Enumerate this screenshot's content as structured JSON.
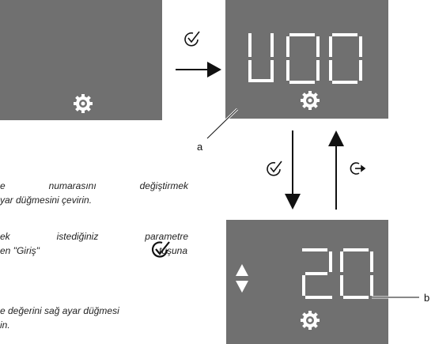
{
  "displays": {
    "left": {
      "icon": "gear-icon"
    },
    "top_right": {
      "reading": "U00",
      "icon": "gear-icon",
      "callout": "a"
    },
    "bottom": {
      "reading": "20",
      "icon": "gear-icon",
      "arrows": "up-down-triangles-icon",
      "callout": "b"
    }
  },
  "transitions": {
    "confirm_icon": "check-circle-icon",
    "back_icon": "return-arrow-icon"
  },
  "instructions": {
    "p1_line1": "e numarasını değiştirmek",
    "p1_line2": "yar düğmesini çevirin.",
    "p2_line1": "ek istediğiniz parametre",
    "p2_line2_a": "en \"Giriş\"",
    "p2_line2_b": "tuşuna",
    "p3_line1": "e değerini sağ ayar düğmesi",
    "p3_line2": "in."
  },
  "colors": {
    "panel": "#707070",
    "segment": "#ffffff",
    "ink": "#111111"
  }
}
